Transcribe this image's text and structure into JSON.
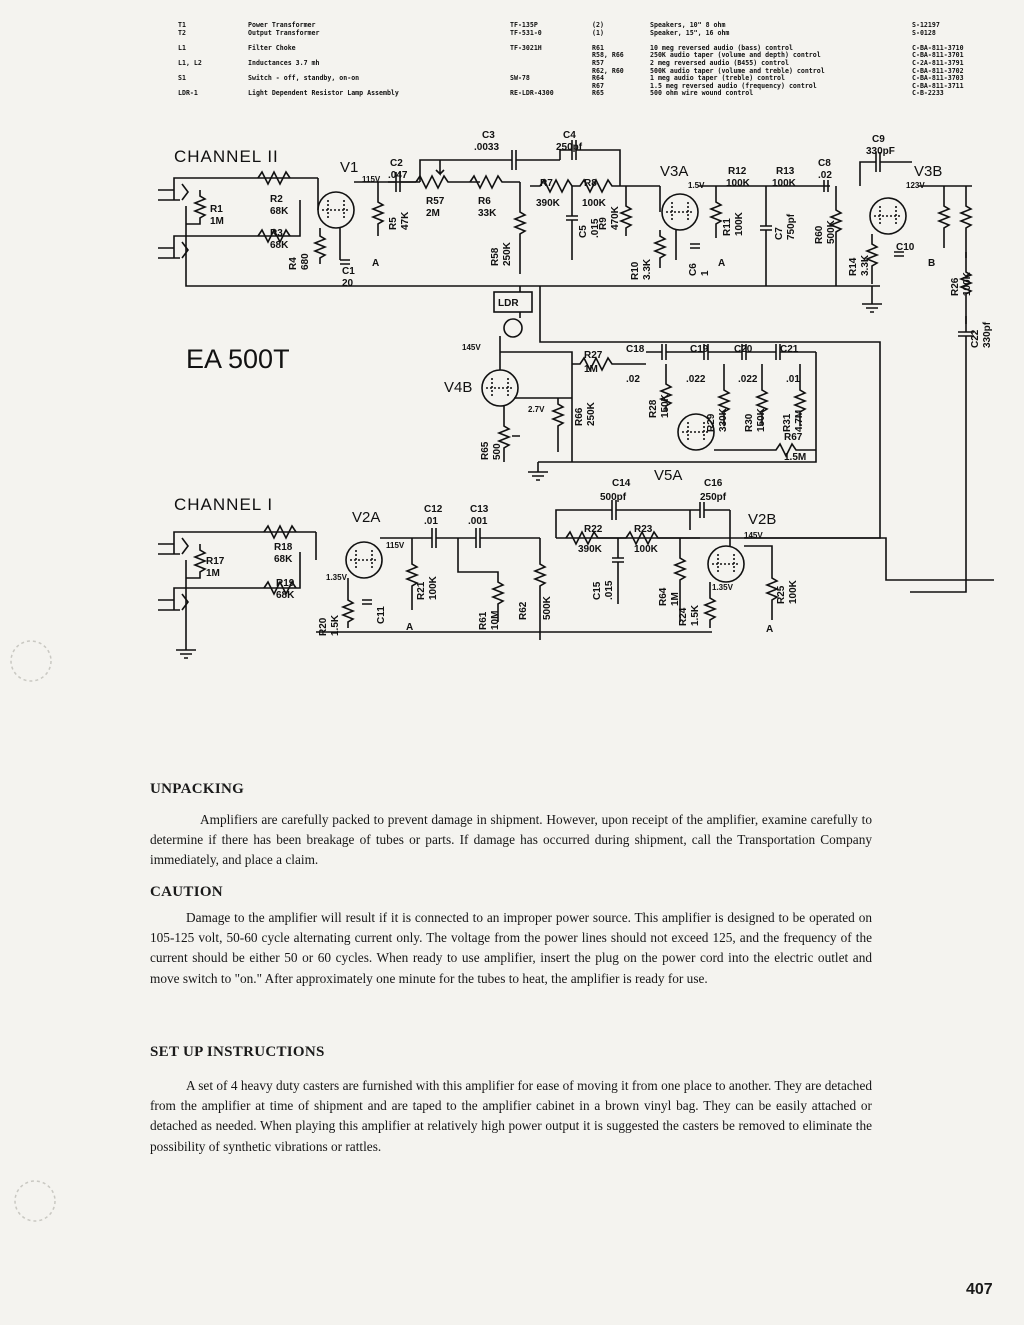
{
  "parts_list": {
    "left": [
      {
        "ref": "T1",
        "desc": "Power Transformer",
        "part": "TF-135P"
      },
      {
        "ref": "T2",
        "desc": "Output Transformer",
        "part": "TF-531-0"
      },
      {
        "ref": "L1",
        "desc": "Filter Choke",
        "part": "TF-3021H"
      },
      {
        "ref": "L1, L2",
        "desc": "Inductances  3.7 mh",
        "part": ""
      },
      {
        "ref": "S1",
        "desc": "Switch - off, standby, on-on",
        "part": "SW-78"
      },
      {
        "ref": "LDR-1",
        "desc": "Light Dependent Resistor Lamp Assembly",
        "part": "RE-LDR-4300"
      }
    ],
    "right": [
      {
        "ref": "(2)",
        "desc": "Speakers, 10\" 8 ohm",
        "part": "S-12197"
      },
      {
        "ref": "(1)",
        "desc": "Speaker, 15\", 16 ohm",
        "part": "S-0128"
      },
      {
        "ref": "R61",
        "desc": "10 meg reversed audio (bass) control",
        "part": "C-BA-811-3710"
      },
      {
        "ref": "R58, R66",
        "desc": "250K audio taper (volume and depth) control",
        "part": "C-BA-811-3701"
      },
      {
        "ref": "R57",
        "desc": "2 meg reversed audio (B455) control",
        "part": "C-2A-811-3791"
      },
      {
        "ref": "R62, R60",
        "desc": "500K audio taper (volume and treble) control",
        "part": "C-BA-811-3702"
      },
      {
        "ref": "R64",
        "desc": "1 meg audio taper (treble) control",
        "part": "C-BA-811-3703"
      },
      {
        "ref": "R67",
        "desc": "1.5 meg reversed audio (frequency) control",
        "part": "C-BA-811-3711"
      },
      {
        "ref": "R65",
        "desc": "500 ohm wire wound control",
        "part": "C-B-2233"
      }
    ]
  },
  "schematic": {
    "model": "EA 500T",
    "channel2": "CHANNEL II",
    "channel1": "CHANNEL I",
    "tubes": {
      "v1": "V1",
      "v3a": "V3A",
      "v3b": "V3B",
      "v4b": "V4B",
      "v5a": "V5A",
      "v2a": "V2A",
      "v2b": "V2B"
    },
    "ldr": "LDR",
    "labels": {
      "c3": "C3",
      "c3v": ".0033",
      "c4": "C4",
      "c4v": "250pf",
      "c9": "C9",
      "c9v": "330pF",
      "c2": "C2",
      "c2v": ".047",
      "r7": "R7",
      "r7v": "390K",
      "r8": "R8",
      "r8v": "100K",
      "r12": "R12",
      "r12v": "100K",
      "r13": "R13",
      "r13v": "100K",
      "c8": "C8",
      "c8v": ".02",
      "r1": "R1",
      "r1v": "1M",
      "r2": "R2",
      "r2v": "68K",
      "r3": "R3",
      "r3v": "68K",
      "r57": "R57",
      "r57v": "2M",
      "r6": "R6",
      "r6v": "33K",
      "r5": "R5",
      "r5v": "47K",
      "r4": "R4",
      "r4v": "680",
      "c1": "C1",
      "c1v": "20",
      "r58": "R58",
      "r58v": "250K",
      "c5": "C5",
      "c5v": ".015",
      "r9": "R9",
      "r9v": "470K",
      "r10": "R10",
      "r10v": "3.3K",
      "c6": "C6",
      "c6v": "1",
      "r11": "R11",
      "r11v": "100K",
      "c7": "C7",
      "c7v": "750pf",
      "r60": "R60",
      "r60v": "500K",
      "r14": "R14",
      "r14v": "3.3K",
      "c10": "C10",
      "r26": "R26",
      "r26v": "100K",
      "c22": "C22",
      "c22v": "330pf",
      "r27": "R27",
      "r27v": "1M",
      "c18": "C18",
      "c18v": ".02",
      "c19": "C19",
      "c19v": ".022",
      "c20": "C20",
      "c20v": ".022",
      "c21": "C21",
      "c21v": ".01",
      "r28": "R28",
      "r28v": "150K",
      "r29": "R29",
      "r29v": "330K",
      "r30": "R30",
      "r30v": "150K",
      "r31": "R31",
      "r31v": "4.7M",
      "r67": "R67",
      "r67v": "1.5M",
      "r66": "R66",
      "r66v": "250K",
      "r65": "R65",
      "r65v": "500",
      "c12": "C12",
      "c12v": ".01",
      "c13": "C13",
      "c13v": ".001",
      "c14": "C14",
      "c14v": "500pf",
      "c16": "C16",
      "c16v": "250pf",
      "r22": "R22",
      "r22v": "390K",
      "r23": "R23",
      "r23v": "100K",
      "r18": "R18",
      "r18v": "68K",
      "r17": "R17",
      "r17v": "1M",
      "r19": "R19",
      "r19v": "68K",
      "r20": "R20",
      "r20v": "1.5K",
      "r21": "R21",
      "r21v": "100K",
      "c11": "C11",
      "r61": "R61",
      "r61v": "10M",
      "r62": "R62",
      "r62v": "500K",
      "c15": "C15",
      "c15v": ".015",
      "r64": "R64",
      "r64v": "1M",
      "r24": "R24",
      "r24v": "1.5K",
      "r25": "R25",
      "r25v": "100K",
      "a": "A",
      "b": "B"
    },
    "voltages": {
      "v1": "115V",
      "v3a": "1.5V",
      "v3b": "123V",
      "v4b": "145V",
      "v4bk": "2.7V",
      "v2a": "115V",
      "v2ak": "1.35V",
      "v2b": "145V",
      "v2bk": "1.35V"
    }
  },
  "sections": [
    {
      "heading": "UNPACKING",
      "text": "Amplifiers are carefully packed to prevent damage in shipment. However, upon receipt of the amplifier, examine carefully to determine if there has been breakage of tubes or parts. If damage has occurred during shipment, call the Transportation Company immediately, and place a claim."
    },
    {
      "heading": "CAUTION",
      "text": "Damage to the amplifier will result if it is connected to an improper power source. This amplifier is designed to be operated on 105-125 volt, 50-60 cycle alternating current only. The voltage from the power lines should not exceed 125, and the frequency of the current should be either 50 or 60 cycles. When ready to use amplifier, insert the plug on the power cord into the electric outlet and move switch to \"on.\" After approximately one minute for the tubes to heat, the amplifier is ready for use."
    },
    {
      "heading": "SET UP INSTRUCTIONS",
      "text": "A set of 4 heavy duty casters are furnished with this amplifier for ease of moving it from one place to another. They are detached from the amplifier at time of shipment and are taped to the amplifier cabinet in a brown vinyl bag. They can be easily attached or detached as needed. When playing this amplifier at relatively high power output it is suggested the casters be removed to eliminate the possibility of synthetic vibrations or rattles."
    }
  ],
  "page_number": "407"
}
